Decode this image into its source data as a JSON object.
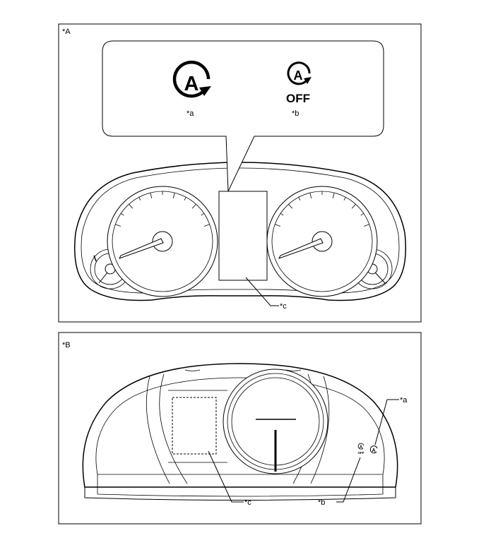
{
  "panel_a": {
    "label": "*A",
    "callout_a": "*a",
    "callout_b": "*b",
    "callout_c": "*c",
    "icon_letter": "A",
    "icon_off_text": "OFF"
  },
  "panel_b": {
    "label": "*B",
    "callout_a": "*a",
    "callout_b": "*b",
    "callout_c": "*c",
    "icon_letter": "A",
    "icon_off_text": "OFF"
  }
}
